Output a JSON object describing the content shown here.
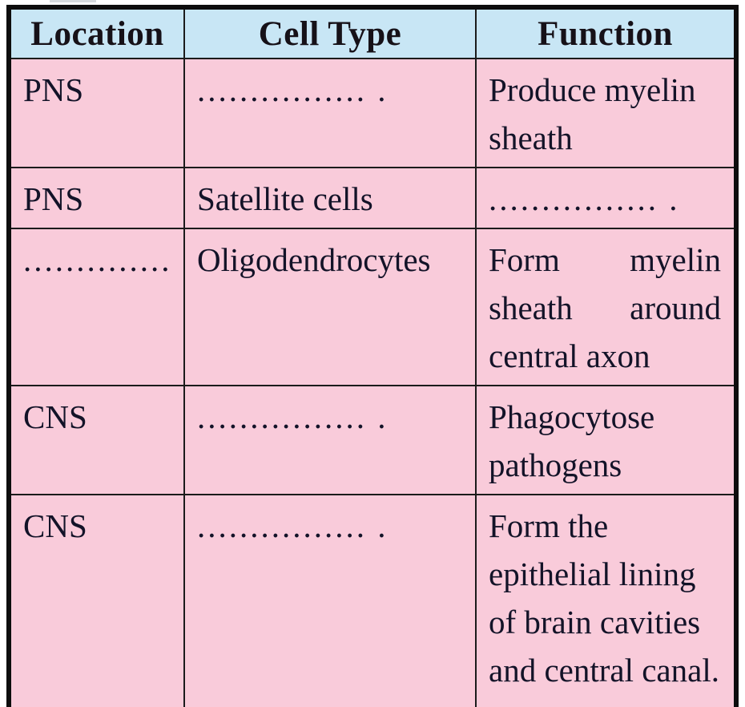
{
  "table": {
    "title_semantic": "neuroglia-location-celltype-function-table",
    "colors": {
      "header_bg": "#c8e6f5",
      "row_bg": "#f9cbda",
      "border": "#1b1b1b",
      "text": "#131328"
    },
    "header": {
      "location": "Location",
      "cell_type": "Cell Type",
      "function": "Function"
    },
    "rows": [
      {
        "location": "PNS",
        "cell_type": "................ .",
        "function": "Produce myelin sheath"
      },
      {
        "location": "PNS",
        "cell_type": "Satellite cells",
        "function": "................ ."
      },
      {
        "location": "..............",
        "cell_type": "Oligodendrocytes",
        "function": "Form myelin sheath around central axon"
      },
      {
        "location": "CNS",
        "cell_type": "................ .",
        "function": "Phagocytose pathogens"
      },
      {
        "location": "CNS",
        "cell_type": "................ .",
        "function": "Form the epithelial lining of brain cavities and central canal."
      }
    ]
  }
}
